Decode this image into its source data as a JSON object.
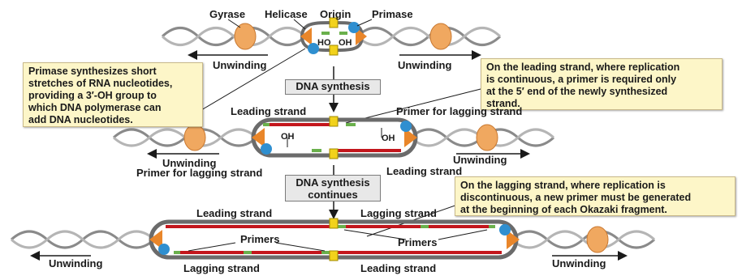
{
  "top_row": {
    "gyrase": "Gyrase",
    "helicase": "Helicase",
    "origin": "Origin",
    "primase": "Primase",
    "ho": "HO",
    "oh": "OH",
    "unwinding_left": "Unwinding",
    "unwinding_right": "Unwinding"
  },
  "callouts": {
    "primase_note": "Primase synthesizes short\nstretches of RNA nucleotides,\nproviding a 3′-OH group to\nwhich DNA polymerase can\nadd DNA nucleotides.",
    "leading_note": "On the leading strand, where replication\nis continuous, a primer is required only\nat the 5′ end of the newly synthesized\nstrand.",
    "lagging_note": "On the lagging strand, where replication is\ndiscontinuous, a new primer must be generated\nat the beginning of each Okazaki fragment."
  },
  "steps": {
    "synthesis": "DNA synthesis",
    "continues": "DNA synthesis\ncontinues"
  },
  "middle_row": {
    "leading_strand_top": "Leading strand",
    "primer_lagging_right": "Primer for lagging strand",
    "oh_left": "OH",
    "oh_right": "OH",
    "unwinding_left": "Unwinding",
    "unwinding_right": "Unwinding",
    "primer_lagging_left": "Primer for lagging strand",
    "leading_strand_bottom": "Leading strand"
  },
  "bottom_row": {
    "leading_strand_top": "Leading strand",
    "lagging_strand_top": "Lagging strand",
    "primers_left": "Primers",
    "primers_right": "Primers",
    "unwinding_left": "Unwinding",
    "unwinding_right": "Unwinding",
    "lagging_strand_bottom": "Lagging strand",
    "leading_strand_bottom": "Leading strand"
  },
  "colors": {
    "parental_dna": "#8a8a8a",
    "new_dna": "#c3161c",
    "rna_primer": "#6ab04c",
    "gyrase": "#f0a860",
    "helicase": "#e9862a",
    "primase": "#2f8fd0",
    "origin": "#f2d21b",
    "callout_bg": "#fdf6c8"
  }
}
